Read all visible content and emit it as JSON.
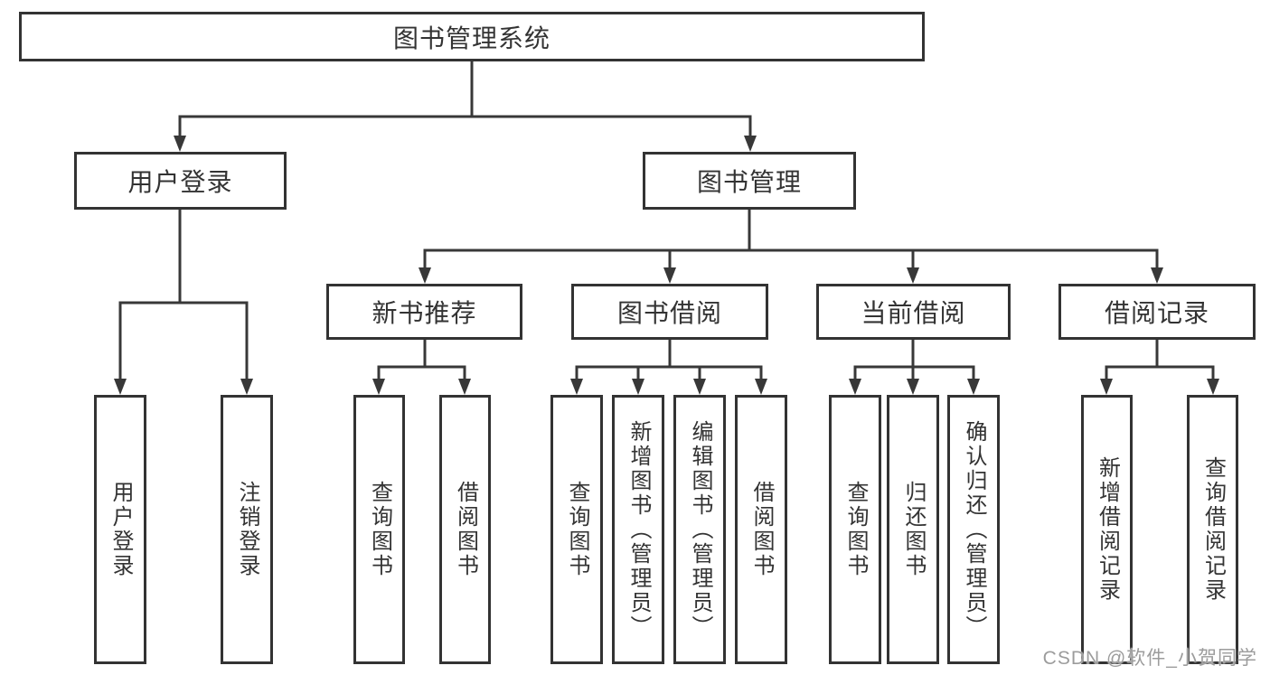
{
  "diagram": {
    "root": {
      "label": "图书管理系统"
    },
    "level2": [
      {
        "id": "user-login",
        "label": "用户登录"
      },
      {
        "id": "book-management",
        "label": "图书管理"
      }
    ],
    "level3": [
      {
        "id": "new-book-recommend",
        "label": "新书推荐"
      },
      {
        "id": "book-borrow",
        "label": "图书借阅"
      },
      {
        "id": "current-borrow",
        "label": "当前借阅"
      },
      {
        "id": "borrow-records",
        "label": "借阅记录"
      }
    ],
    "leaves": {
      "user_login": [
        "用户登录",
        "注销登录"
      ],
      "new_book_recommend": [
        "查询图书",
        "借阅图书"
      ],
      "book_borrow": [
        "查询图书",
        "新增图书（管理员）",
        "编辑图书（管理员）",
        "借阅图书"
      ],
      "current_borrow": [
        "查询图书",
        "归还图书",
        "确认归还（管理员）"
      ],
      "borrow_records": [
        "新增借阅记录",
        "查询借阅记录"
      ]
    }
  },
  "watermark": {
    "text": "CSDN @软件_小贺同学"
  },
  "colors": {
    "line": "#383838",
    "border": "#333333",
    "text": "#333333",
    "watermark": "#9c9c9c",
    "background": "#ffffff"
  }
}
